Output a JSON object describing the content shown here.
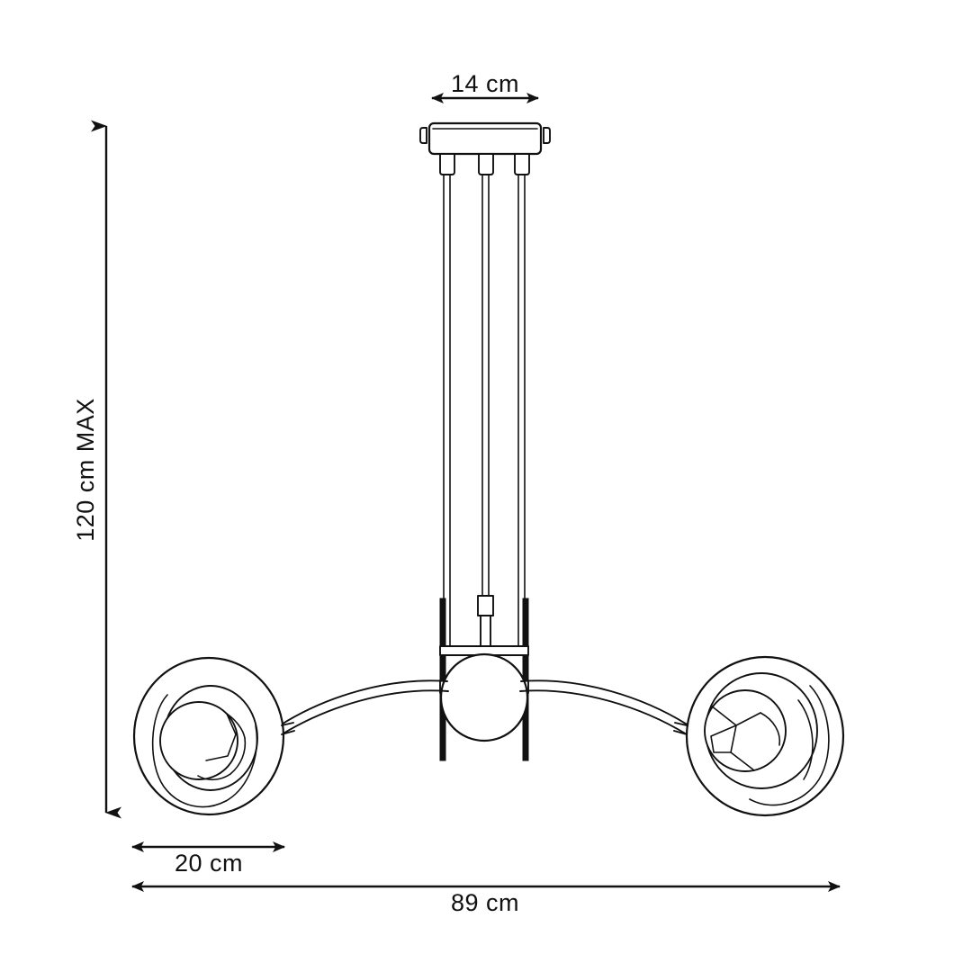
{
  "drawing": {
    "title": "Pendant Lamp Dimension Drawing",
    "background_color": "#ffffff",
    "line_color": "#111111",
    "product_type": "3-light ceiling pendant with ring shades"
  },
  "dimensions": {
    "width_top": {
      "label": "14 cm",
      "value": 14,
      "unit": "cm",
      "axis": "horizontal",
      "describes": "ceiling-canopy-width"
    },
    "height_max": {
      "label": "120 cm MAX",
      "value": 120,
      "unit": "cm",
      "axis": "vertical",
      "describes": "maximum-drop-height"
    },
    "shade_width": {
      "label": "20 cm",
      "value": 20,
      "unit": "cm",
      "axis": "horizontal",
      "describes": "ring-shade-diameter"
    },
    "overall_width": {
      "label": "89 cm",
      "value": 89,
      "unit": "cm",
      "axis": "horizontal",
      "describes": "overall-fixture-width"
    }
  },
  "parts": {
    "ceiling_plate": "ceiling-canopy",
    "cables": "suspension-cables",
    "center_hub": "center-sphere-joint",
    "left_shade": "left-ring-shade",
    "right_shade": "right-ring-shade",
    "arms": "curved-arms"
  }
}
